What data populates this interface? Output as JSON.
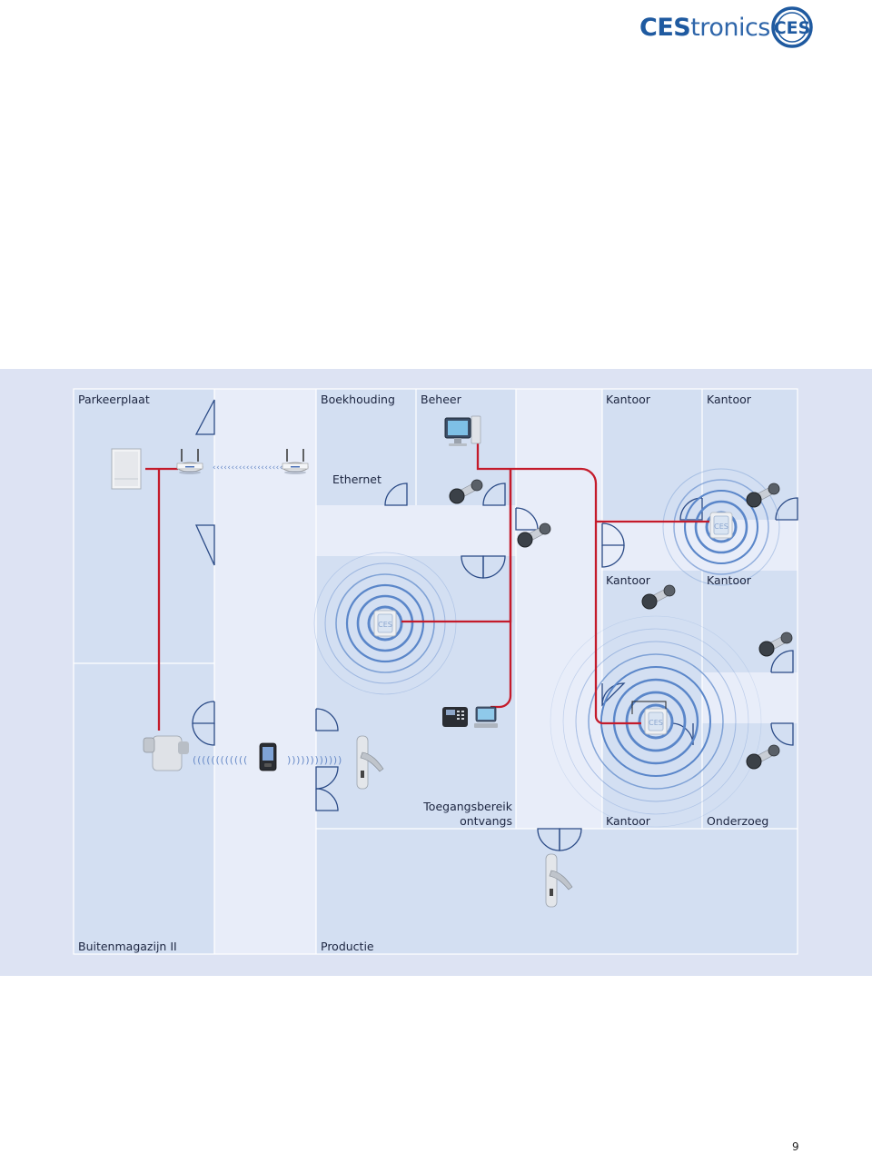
{
  "brand": {
    "name_bold": "CES",
    "name_regular": "tronics",
    "mark_text": "CES",
    "color": "#1f5aa0"
  },
  "colors": {
    "band": "#dde3f3",
    "room": "#d3dff2",
    "corridor": "#e8edf9",
    "wire": "#c41b2b",
    "wave": "#5a86c9",
    "door": "#2a4a86"
  },
  "rooms": {
    "parkeerplaat": "Parkeerplaat",
    "boekhouding": "Boekhouding",
    "beheer": "Beheer",
    "kantoor_1": "Kantoor",
    "kantoor_2": "Kantoor",
    "kantoor_3": "Kantoor",
    "kantoor_4": "Kantoor",
    "toegangsbereik_line1": "Toegangsbereik",
    "toegangsbereik_line2": "ontvangs",
    "kantoor_5": "Kantoor",
    "onderzoeg": "Onderzoeg",
    "buitenmagazijn": "Buitenmagazijn II",
    "productie": "Productie"
  },
  "network": {
    "ethernet_label": "Ethernet"
  },
  "devices": {
    "computer": "computer-icon",
    "router": "wifi-router-icon",
    "server": "server-cabinet-icon",
    "cylinder": "door-cylinder-icon",
    "handle": "door-handle-icon",
    "reader": "access-reader-icon",
    "pda": "handheld-programmer-icon",
    "phone": "desk-phone-icon"
  },
  "page_number": "9"
}
